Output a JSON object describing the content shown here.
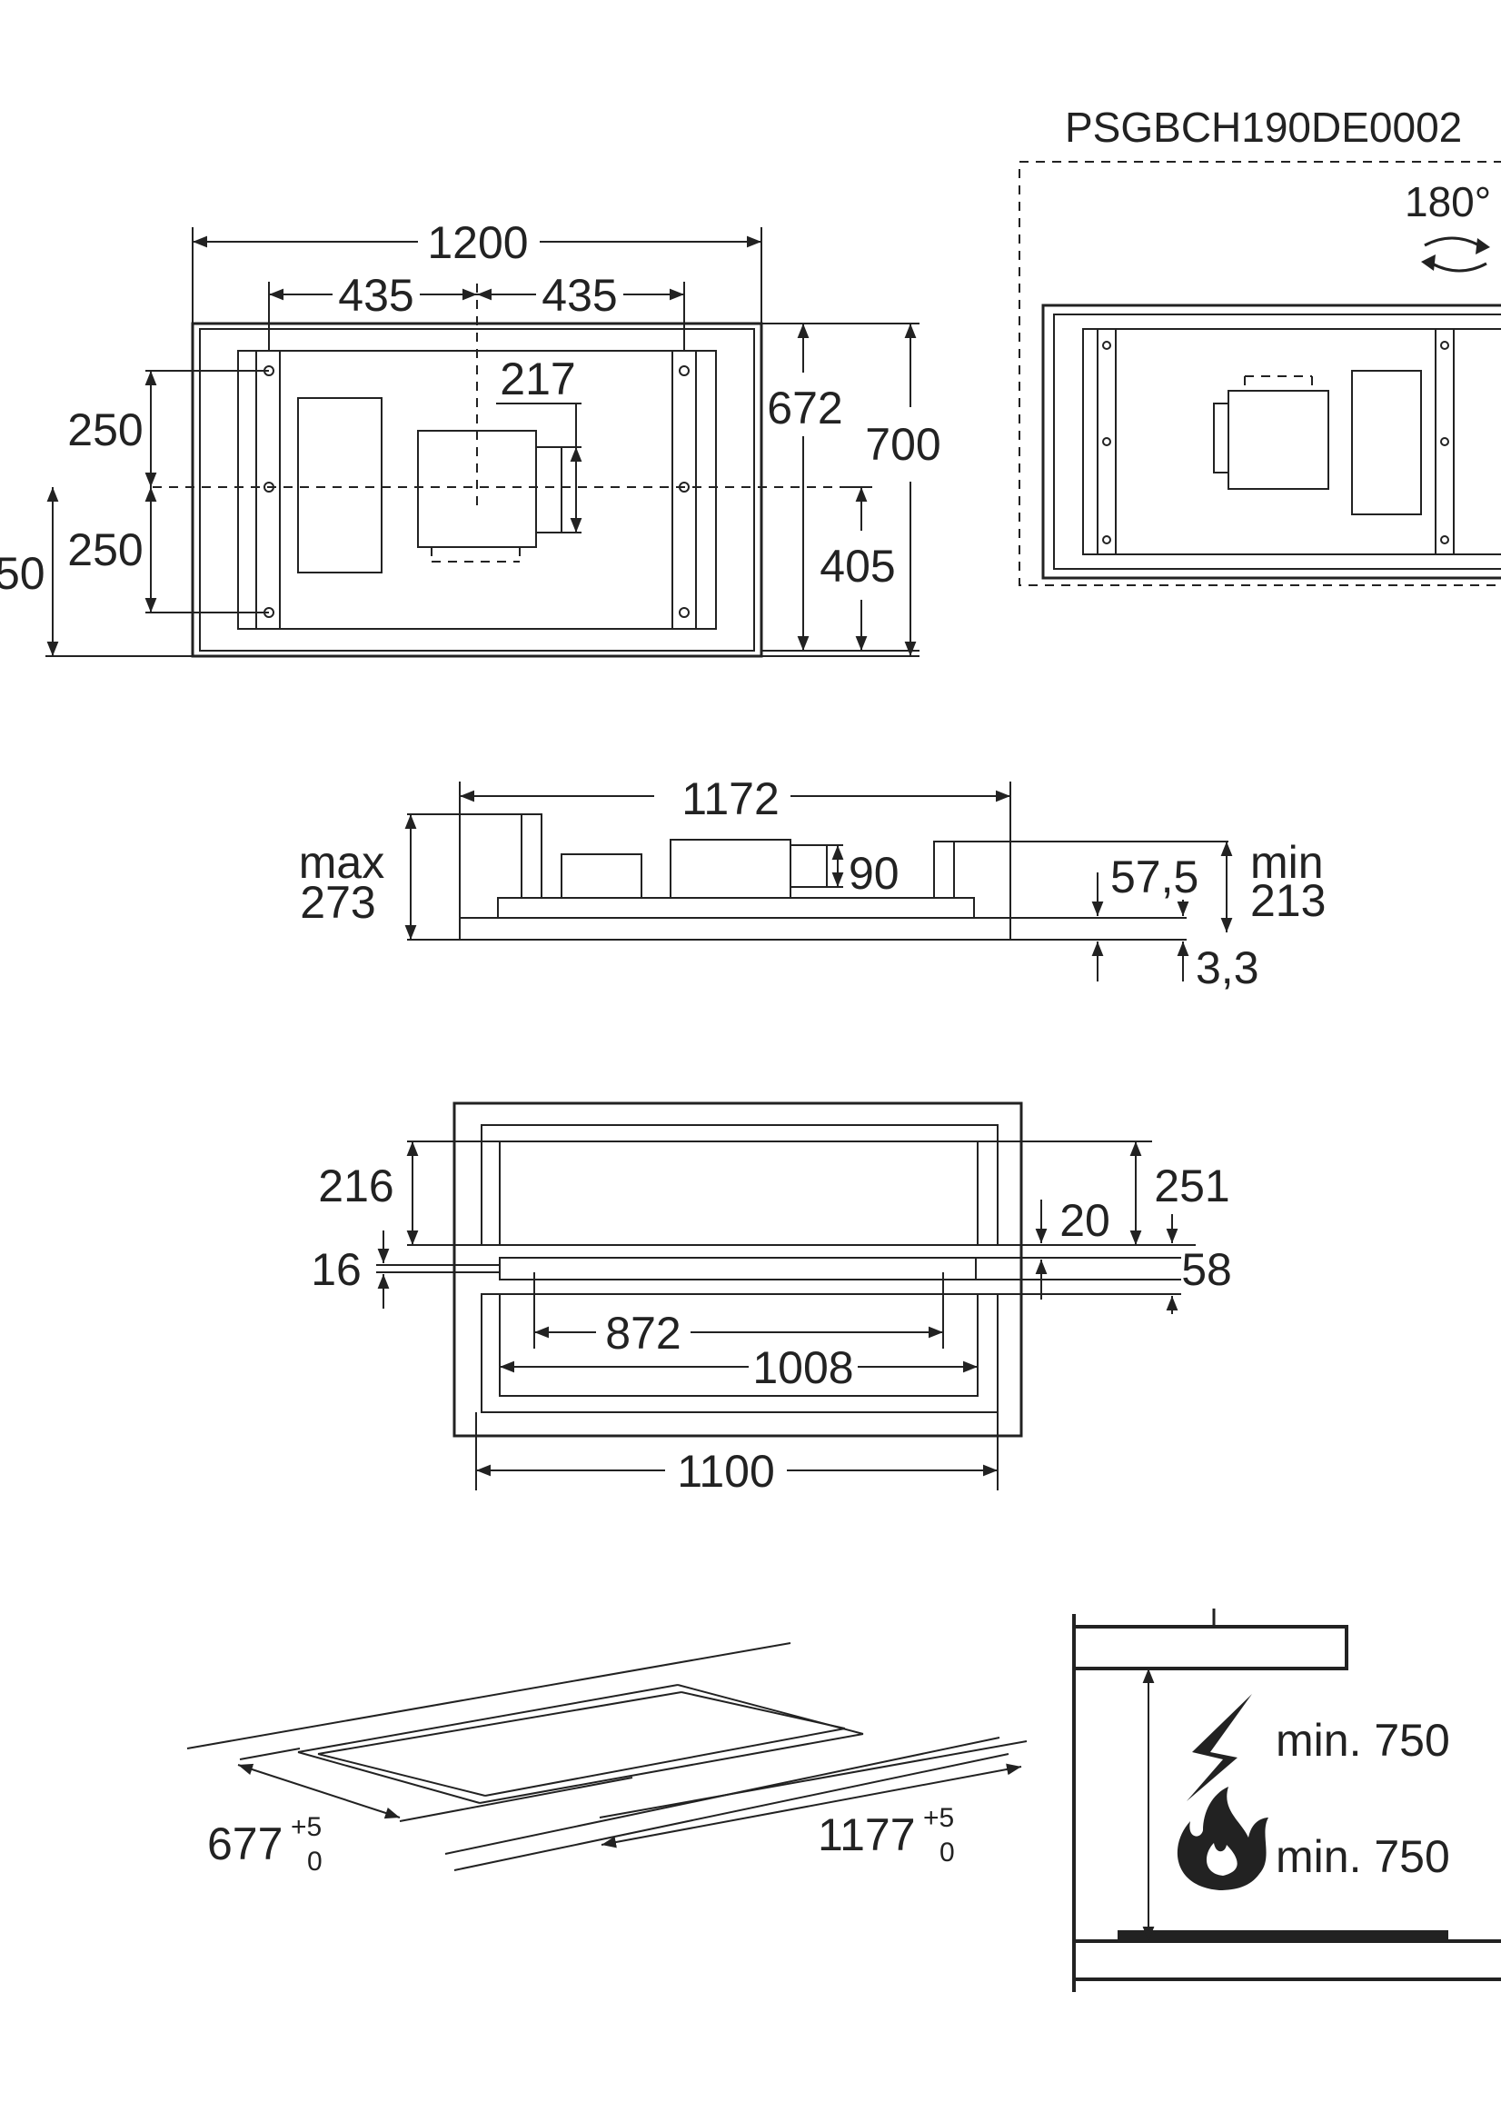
{
  "title": "PSGBCH190DE0002",
  "top_view": {
    "overall_width": "1200",
    "half_left": "435",
    "half_right": "435",
    "outlet_offset": "217",
    "upper_spacing": "250",
    "lower_spacing": "250",
    "left_partial": "50",
    "inner_depth": "672",
    "outer_depth": "700",
    "center_offset": "405"
  },
  "rotated_view": {
    "rotation": "180°"
  },
  "side_view": {
    "length": "1172",
    "max_label": "max",
    "max_value": "273",
    "outlet_height": "90",
    "offset": "57,5",
    "min_label": "min",
    "min_value": "213",
    "thickness": "3,3"
  },
  "cutout_view": {
    "upper_inner": "216",
    "upper_outer": "251",
    "gap": "20",
    "slot": "16",
    "offset": "58",
    "inner_width": "872",
    "mid_width": "1008",
    "outer_width": "1100"
  },
  "ceiling_opening": {
    "depth_value": "677",
    "depth_tol_plus": "+5",
    "depth_tol_zero": "0",
    "width_value": "1177",
    "width_tol_plus": "+5",
    "width_tol_zero": "0"
  },
  "clearance": {
    "electric_min": "min. 750",
    "gas_min": "min. 750"
  }
}
